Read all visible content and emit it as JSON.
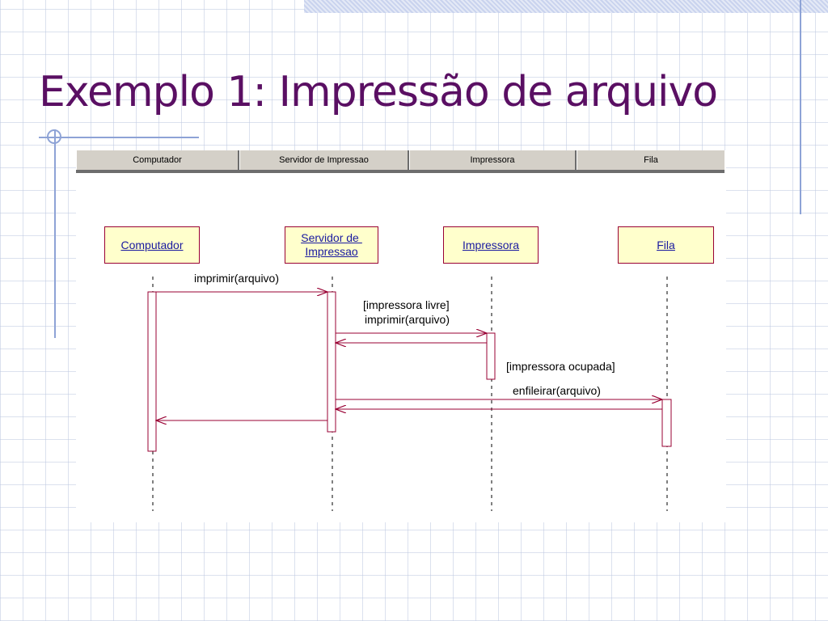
{
  "title": "Exemplo 1: Impressão de arquivo",
  "header": {
    "columns": [
      "Computador",
      "Servidor de Impressao",
      "Impressora",
      "Fila"
    ]
  },
  "lifelines": [
    {
      "id": "computador",
      "label_lines": [
        "Computador"
      ]
    },
    {
      "id": "servidor",
      "label_lines": [
        "Servidor de ",
        "Impressao"
      ]
    },
    {
      "id": "impressora",
      "label_lines": [
        "Impressora"
      ]
    },
    {
      "id": "fila",
      "label_lines": [
        "Fila"
      ]
    }
  ],
  "messages": [
    {
      "from": "computador",
      "to": "servidor",
      "label_lines": [
        "imprimir(arquivo)"
      ]
    },
    {
      "from": "servidor",
      "to": "impressora",
      "label_lines": [
        "[impressora livre]",
        "imprimir(arquivo)"
      ]
    },
    {
      "from": "impressora",
      "to": "servidor",
      "label_lines": []
    },
    {
      "from": "servidor",
      "to": "fila",
      "label_lines": [
        "[impressora ocupada]",
        "enfileirar(arquivo)"
      ]
    },
    {
      "from": "fila",
      "to": "servidor",
      "label_lines": []
    },
    {
      "from": "servidor",
      "to": "computador",
      "label_lines": []
    }
  ],
  "colors": {
    "title": "#5a0f63",
    "line": "#990033",
    "box_fill": "#ffffcc",
    "box_text": "#1a1aa0",
    "header_bg": "#d4d0c8"
  }
}
